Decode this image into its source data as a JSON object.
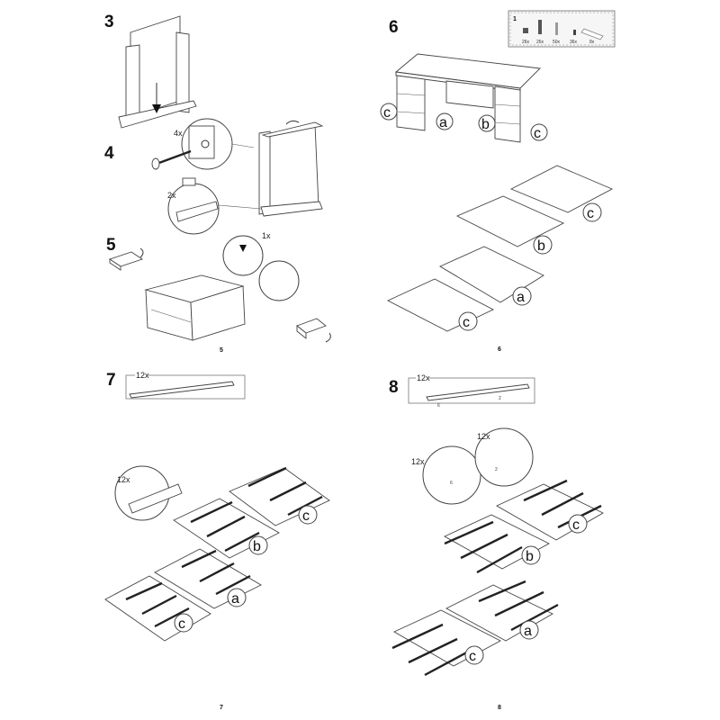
{
  "pages": [
    {
      "number": "5",
      "steps": [
        "3",
        "4",
        "5"
      ],
      "quantities": {
        "step4_bolt": "4x",
        "step4_dowel": "2x",
        "step5_clip": "1x"
      }
    },
    {
      "number": "6",
      "steps": [
        "6"
      ],
      "hardware_box": {
        "label": "1",
        "items": [
          "26x",
          "26x",
          "50x",
          "36x",
          "8x"
        ]
      },
      "desk_labels": [
        "c",
        "a",
        "b",
        "c"
      ],
      "panel_labels": [
        "c",
        "b",
        "a",
        "c"
      ]
    },
    {
      "number": "7",
      "steps": [
        "7"
      ],
      "rail_qty": "12x",
      "detail_qty": "12x",
      "panel_labels": [
        "c",
        "b",
        "a",
        "c"
      ]
    },
    {
      "number": "8",
      "steps": [
        "8"
      ],
      "rail_qty": "12x",
      "rail_marks": [
        "6",
        "2"
      ],
      "detail_qty_left": "12x",
      "detail_qty_right": "12x",
      "detail_marks": [
        "6",
        "2"
      ],
      "panel_labels": [
        "b",
        "c",
        "a",
        "c"
      ]
    }
  ]
}
